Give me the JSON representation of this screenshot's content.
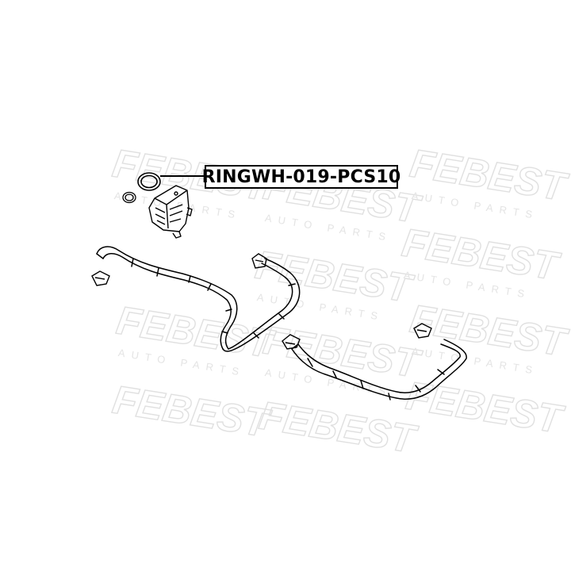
{
  "callout": {
    "part_number": "RINGWH-019-PCS10"
  },
  "watermark": {
    "brand": "FEBEST",
    "tagline": "AUTO PARTS"
  },
  "colors": {
    "line": "#000000",
    "watermark": "#e2e2e2",
    "background": "#ffffff"
  }
}
